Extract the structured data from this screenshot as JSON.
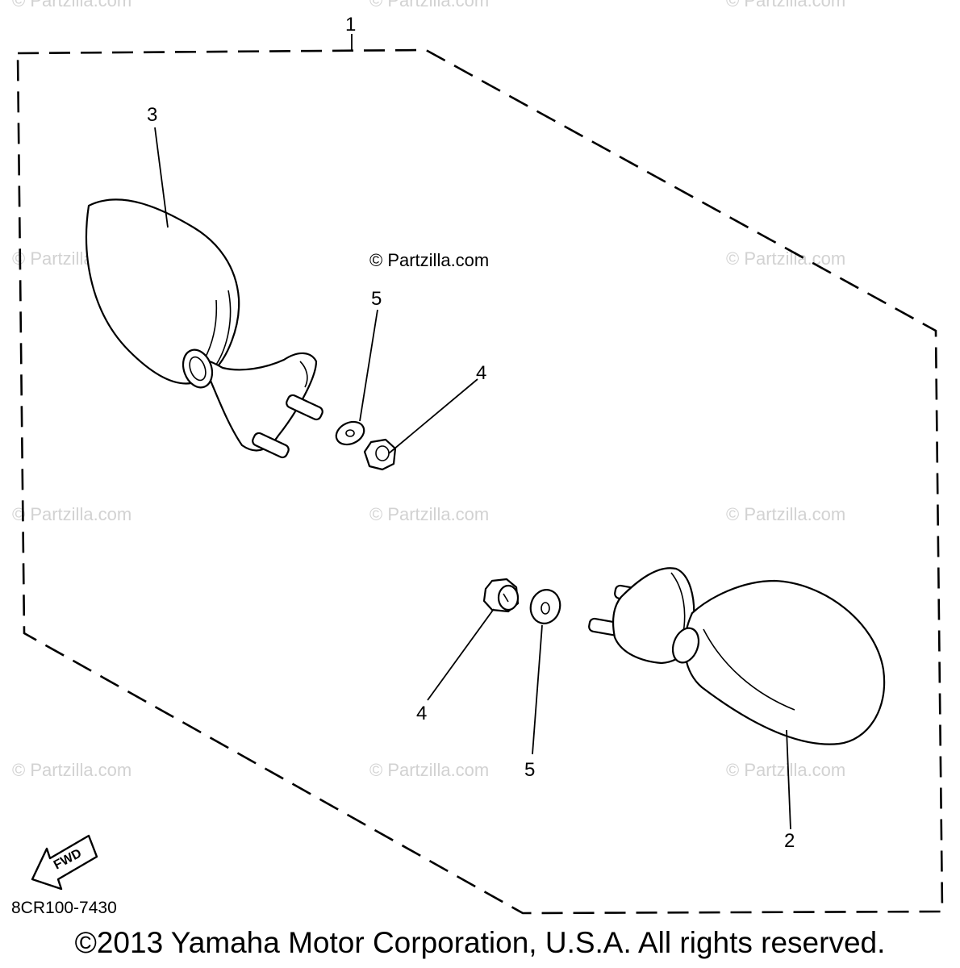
{
  "diagram": {
    "callouts": {
      "kit": "1",
      "mirror_right": "2",
      "mirror_left": "3",
      "nut_upper": "4",
      "washer_upper": "5",
      "nut_lower": "4",
      "washer_lower": "5"
    },
    "direction_label": "FWD",
    "part_code": "8CR100-7430",
    "watermark": "© Partzilla.com",
    "watermark_dark": "© Partzilla.com"
  },
  "copyright": "©2013 Yamaha Motor Corporation, U.S.A. All rights reserved."
}
